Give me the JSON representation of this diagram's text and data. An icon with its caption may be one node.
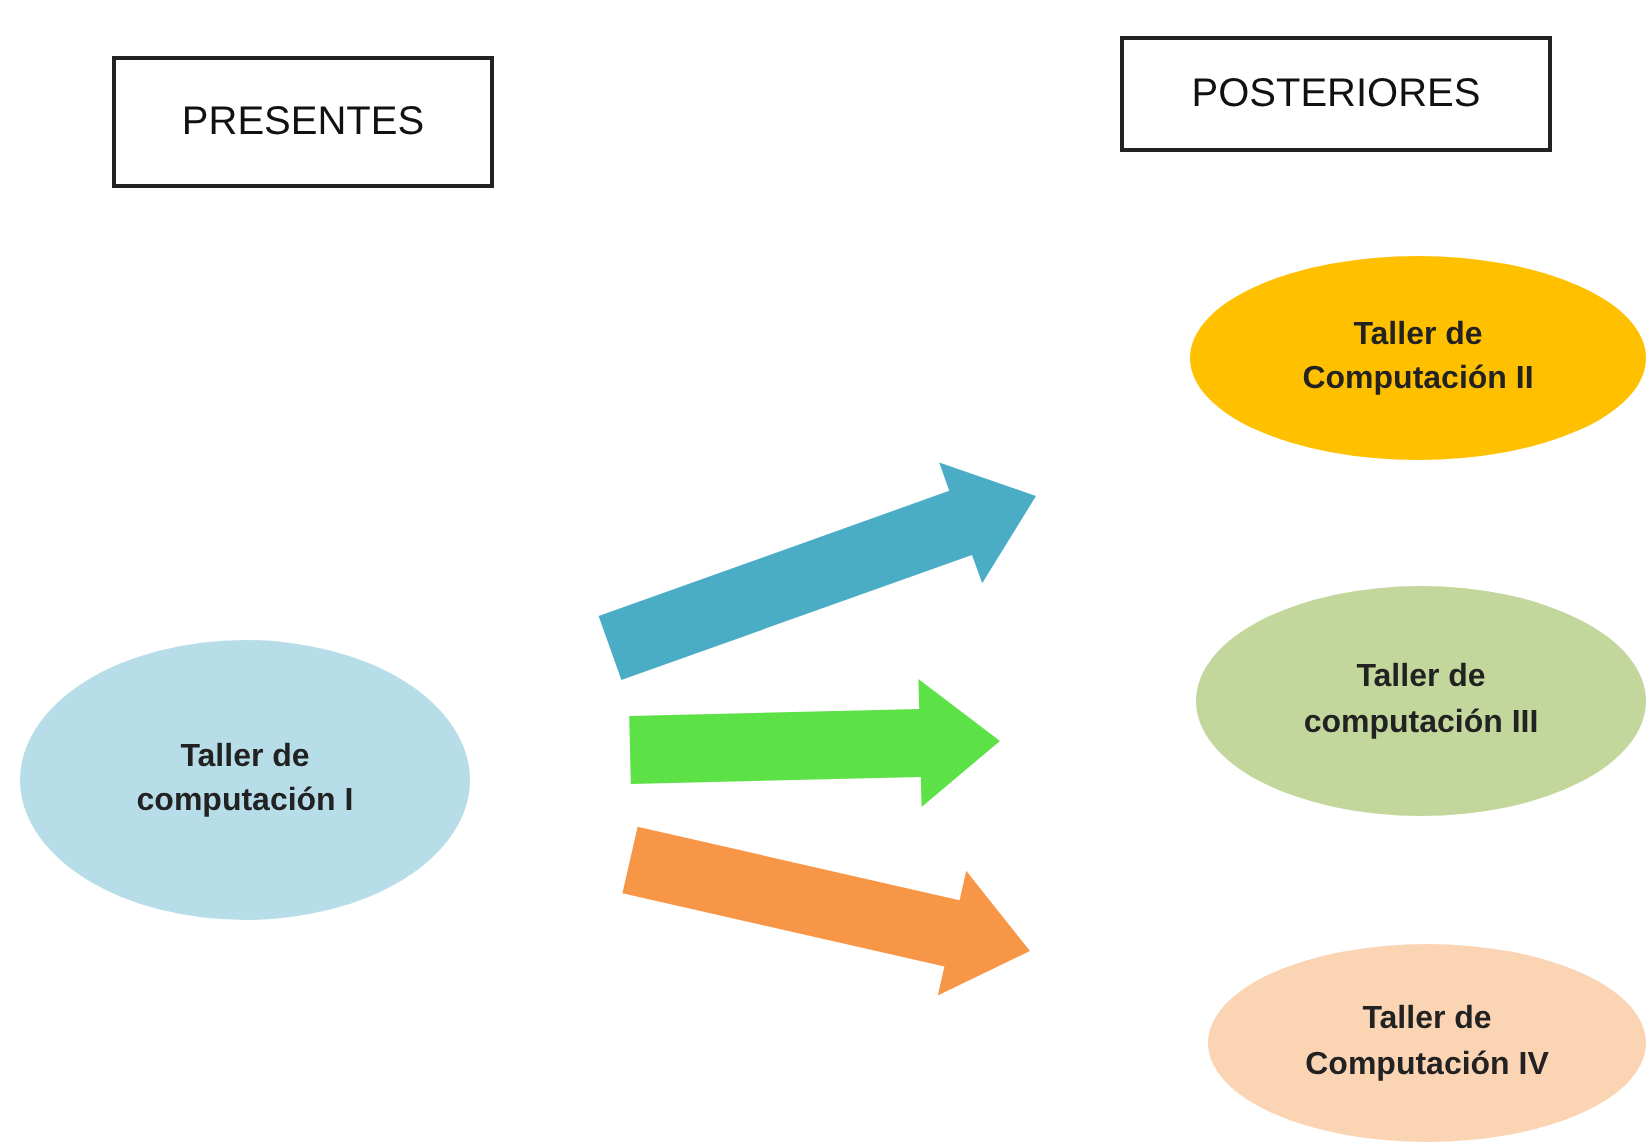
{
  "diagram": {
    "nodes": [
      {
        "text": [
          "PRESENTES"
        ]
      },
      {
        "text": [
          "POSTERIORES"
        ]
      },
      {
        "text": [
          "Taller de computación I"
        ]
      },
      {
        "text": [
          "Taller de Computación II"
        ]
      },
      {
        "text": [
          "Taller de computación III"
        ]
      },
      {
        "text": [
          "Taller de Computación IV"
        ]
      }
    ],
    "edges": [
      {
        "from": 2,
        "to": 3,
        "arrow": "to",
        "style": "thick",
        "color": "#4bacc6"
      },
      {
        "from": 2,
        "to": 4,
        "arrow": "to",
        "style": "thick",
        "color": "#5ce146"
      },
      {
        "from": 2,
        "to": 5,
        "arrow": "to",
        "style": "thick",
        "color": "#f79646"
      }
    ]
  }
}
